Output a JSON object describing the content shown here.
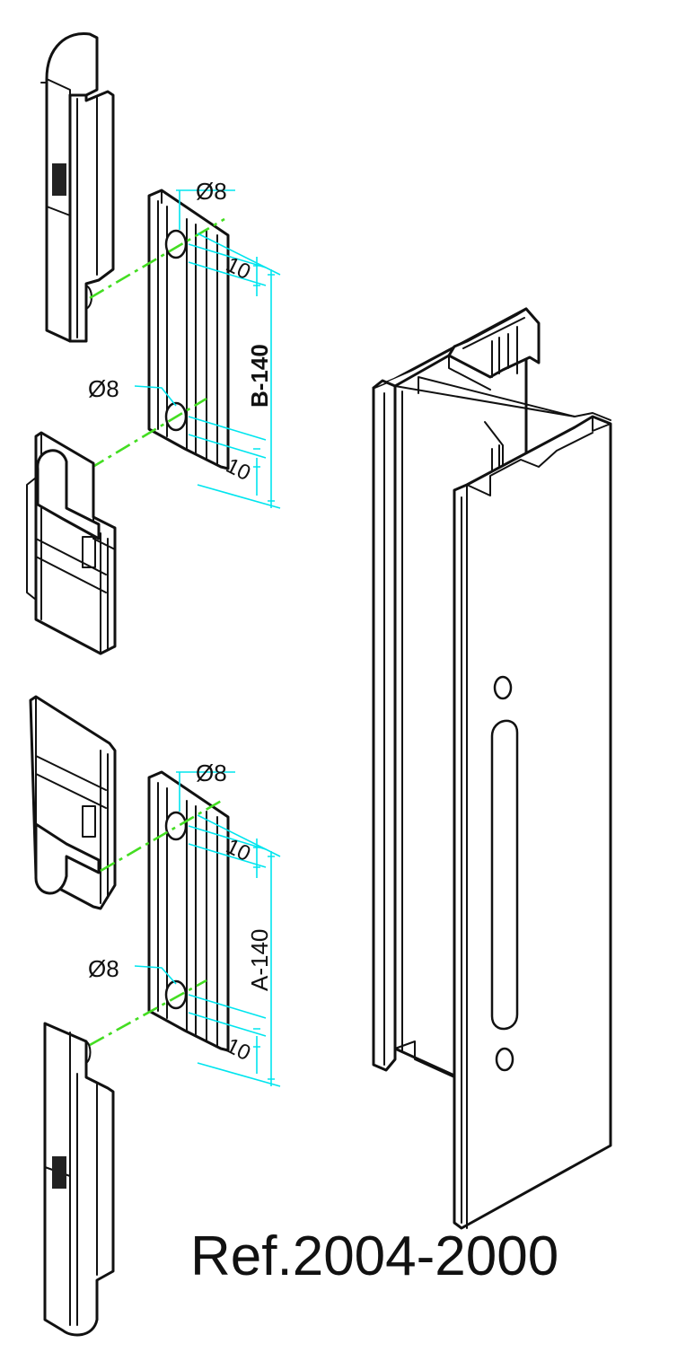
{
  "diagram": {
    "reference": "Ref.2004-2000",
    "upper_assembly": {
      "hole_top_label": "Ø8",
      "hole_bottom_label": "Ø8",
      "offset_top_label": "10",
      "offset_bottom_label": "10",
      "span_label": "B-140"
    },
    "lower_assembly": {
      "hole_top_label": "Ø8",
      "hole_bottom_label": "Ø8",
      "offset_top_label": "10",
      "offset_bottom_label": "10",
      "span_label": "A-140"
    },
    "colors": {
      "line": "#111111",
      "dimension": "#00e5ee",
      "axis": "#44dd22",
      "background": "#ffffff"
    }
  }
}
